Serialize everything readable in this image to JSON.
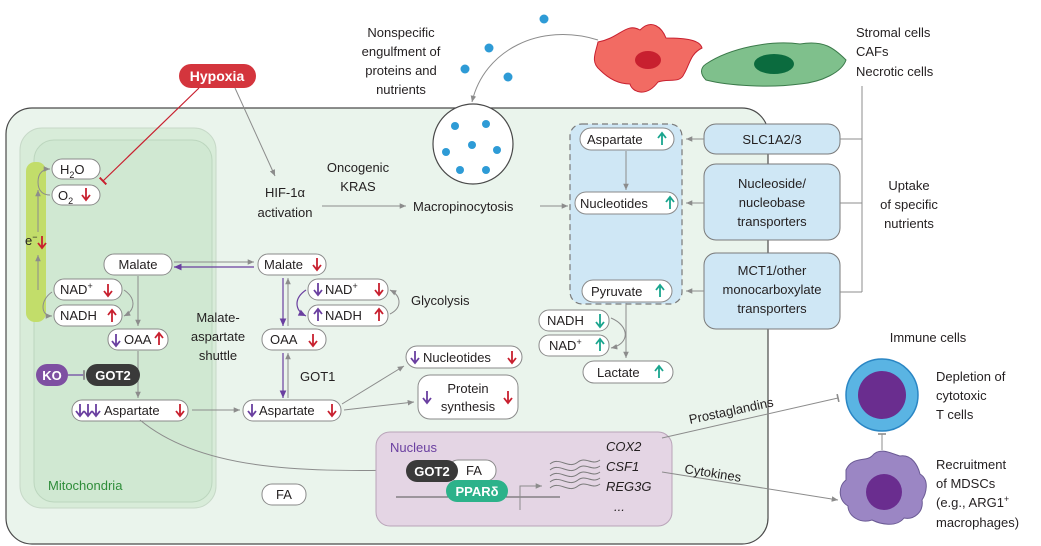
{
  "top": {
    "hypoxia": "Hypoxia",
    "engulf": [
      "Nonspecific",
      "engulfment of",
      "proteins and",
      "nutrients"
    ],
    "stromal": [
      "Stromal cells",
      "CAFs",
      "Necrotic cells"
    ],
    "uptake": [
      "Uptake",
      "of specific",
      "nutrients"
    ]
  },
  "mito": {
    "label": "Mitochondria",
    "h2o": "H",
    "h2o_sub": "2",
    "h2o_end": "O",
    "o2": "O",
    "o2_sub": "2",
    "e": "e",
    "e_sup": "−",
    "malate": "Malate",
    "nad": "NAD",
    "nad_sup": "+",
    "nadh": "NADH",
    "oaa": "OAA",
    "ko": "KO",
    "got2": "GOT2",
    "aspartate": "Aspartate"
  },
  "cyto": {
    "hif": [
      "HIF-1α",
      "activation"
    ],
    "kras": [
      "Oncogenic",
      "KRAS"
    ],
    "macro": "Macropinocytosis",
    "malate": "Malate",
    "nad": "NAD",
    "nad_sup": "+",
    "nadh": "NADH",
    "glycolysis": "Glycolysis",
    "shuttle": [
      "Malate-",
      "aspartate",
      "shuttle"
    ],
    "oaa": "OAA",
    "got1": "GOT1",
    "aspartate": "Aspartate",
    "nucleotides": "Nucleotides",
    "protein": [
      "Protein",
      "synthesis"
    ],
    "fa": "FA"
  },
  "uptake_box": {
    "aspartate": "Aspartate",
    "nucleotides": "Nucleotides",
    "pyruvate": "Pyruvate",
    "nadh": "NADH",
    "nad": "NAD",
    "nad_sup": "+",
    "lactate": "Lactate"
  },
  "transporters": {
    "slc": "SLC1A2/3",
    "nucleoside": [
      "Nucleoside/",
      "nucleobase",
      "transporters"
    ],
    "mct": [
      "MCT1/other",
      "monocarboxylate",
      "transporters"
    ]
  },
  "nucleus": {
    "label": "Nucleus",
    "got2": "GOT2",
    "fa": "FA",
    "ppar": "PPARδ",
    "genes": [
      "COX2",
      "CSF1",
      "REG3G",
      "..."
    ]
  },
  "immune": {
    "title": "Immune cells",
    "prostaglandins": "Prostaglandins",
    "cytokines": "Cytokines",
    "depletion": [
      "Depletion of",
      "cytotoxic",
      "T cells"
    ],
    "recruitment": [
      "Recruitment",
      "of MDSCs",
      "(e.g., ARG1",
      "macrophages)"
    ],
    "recruit_sup": "+"
  },
  "colors": {
    "red_arrow": "#c8202f",
    "teal_arrow": "#1aa58e",
    "purple_arrow": "#6a3fa0",
    "cell_bg": "#eaf4ec",
    "mito_bg": "#d8ecd9",
    "membrane": "#c2dd6a",
    "uptake_bg": "#cfe7f5",
    "nucleus_bg": "#e4d5e4",
    "hypoxia": "#d4353d",
    "ppar": "#2cb28a",
    "got2": "#3a3a3a",
    "ko": "#7e4fa2"
  }
}
